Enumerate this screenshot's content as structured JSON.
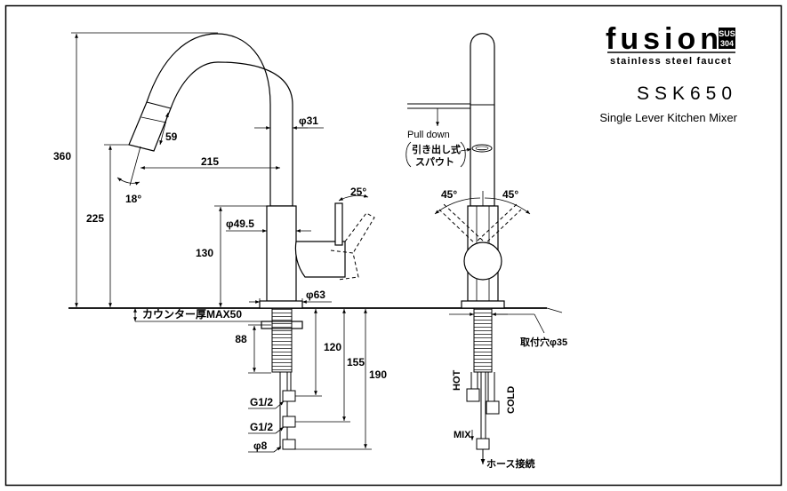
{
  "brand": {
    "logo_text": "fusion",
    "badge_top": "SUS",
    "badge_bottom": "304",
    "subtitle": "stainless steel faucet"
  },
  "product": {
    "model": "SSK650",
    "description": "Single Lever Kitchen Mixer"
  },
  "side_view": {
    "dimensions": {
      "total_height": "360",
      "spout_height": "225",
      "body_height": "130",
      "spout_reach": "215",
      "spout_tip": "59",
      "spout_angle": "18°",
      "pipe_diameter": "φ31",
      "body_diameter": "φ49.5",
      "base_diameter": "φ63",
      "lever_angle": "25°",
      "counter_thickness": "カウンター厚MAX50",
      "shank_length": "88",
      "dim_120": "120",
      "dim_155": "155",
      "dim_190": "190",
      "thread_1": "G1/2",
      "thread_2": "G1/2",
      "tube_diameter": "φ8"
    }
  },
  "front_view": {
    "pull_down": "Pull down",
    "pull_down_jp_1": "引き出し式",
    "pull_down_jp_2": "スパウト",
    "lever_angle_left": "45°",
    "lever_angle_right": "45°",
    "mount_hole": "取付穴φ35",
    "hot_label": "HOT",
    "cold_label": "COLD",
    "mix_label": "MIX",
    "hose_label": "ホース接続"
  }
}
